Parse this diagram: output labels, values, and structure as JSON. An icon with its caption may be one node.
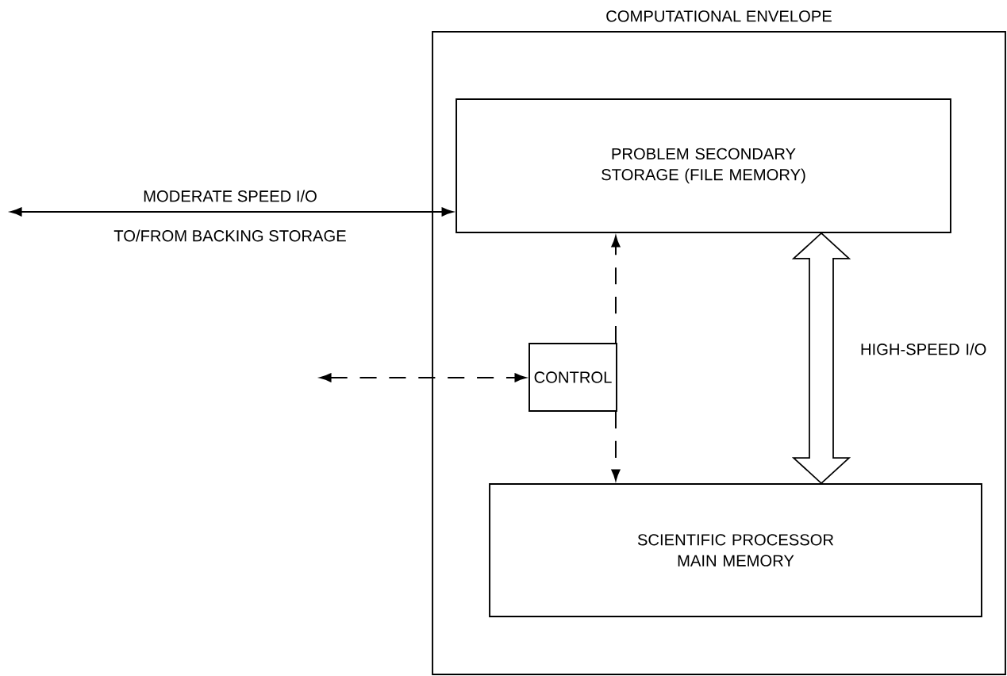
{
  "diagram": {
    "nodes": [
      {
        "text": [
          "COMPUTATIONAL ENVELOPE"
        ]
      },
      {
        "text": [
          "PROBLEM SECONDARY STORAGE (FILE MEMORY)"
        ],
        "in": 0
      },
      {
        "text": [
          "CONTROL"
        ],
        "in": 0
      },
      {
        "text": [
          "SCIENTIFIC PROCESSOR MAIN MEMORY"
        ],
        "in": 0
      }
    ],
    "edges": [
      {
        "from": null,
        "to": 1,
        "arrow": "both",
        "label": "MODERATE SPEED I/O"
      },
      {
        "from": null,
        "to": 2,
        "arrow": "both",
        "style": "dashed"
      },
      {
        "from": 2,
        "to": 1,
        "arrow": "to",
        "style": "dashed"
      },
      {
        "from": 2,
        "to": 3,
        "arrow": "to",
        "style": "dashed"
      },
      {
        "from": 1,
        "to": 3,
        "arrow": "both",
        "style": "thick",
        "label": "HIGH-SPEED I/O"
      }
    ],
    "labels": [
      "TO/FROM BACKING STORAGE"
    ]
  }
}
